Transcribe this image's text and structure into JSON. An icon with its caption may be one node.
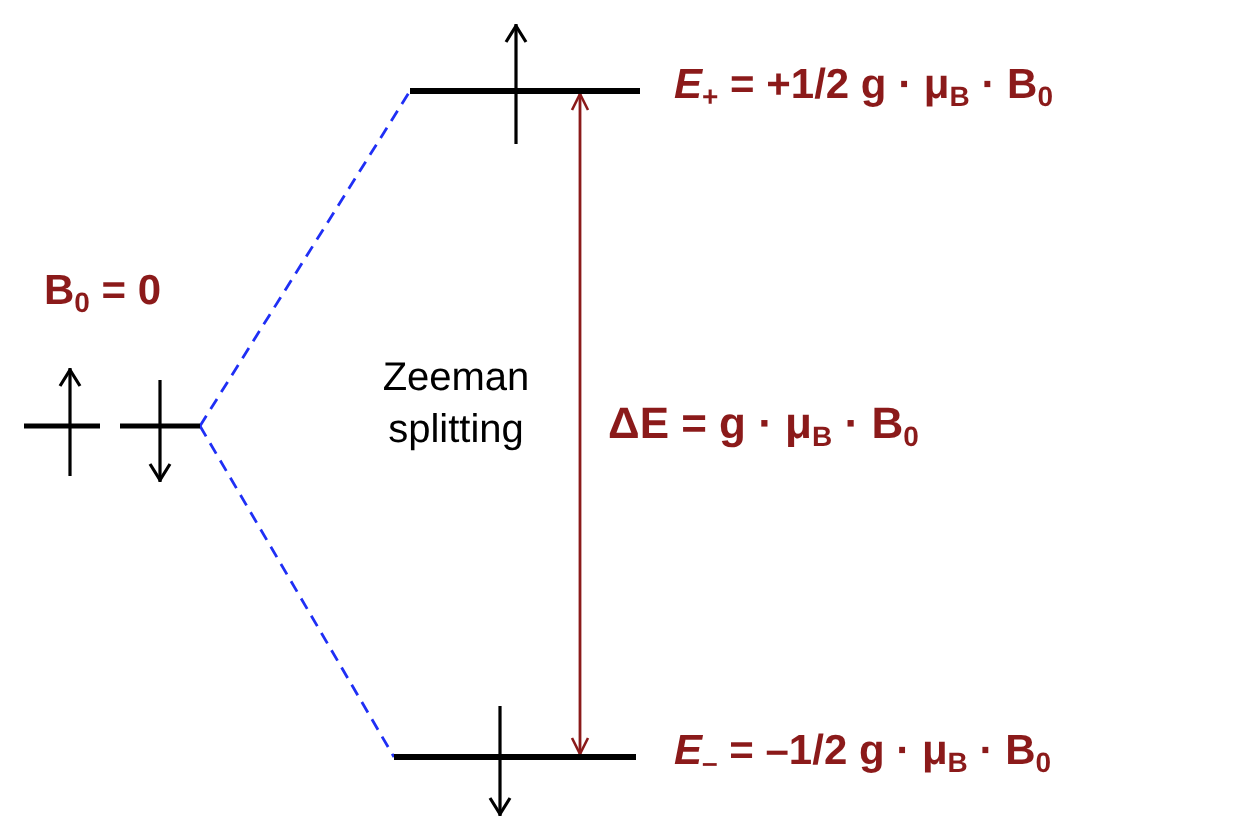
{
  "diagram": {
    "nodes": [
      {
        "text": [],
        "shape": "bar",
        "beside": [
          "B$_{0}$ = 0"
        ]
      },
      {
        "text": [],
        "shape": "bar",
        "beside": [
          "*E*$_{+}$ = +1/2 g · μ$_{B}$ · B$_{0}$"
        ]
      },
      {
        "text": [],
        "shape": "bar",
        "beside": [
          "*E*$_{–}$ = –1/2 g · μ$_{B}$ · B$_{0}$"
        ]
      }
    ],
    "edges": [
      {
        "from": 0,
        "to": 1,
        "arrow": "none",
        "style": "dashed",
        "color": "#1f2ff5"
      },
      {
        "from": 0,
        "to": 2,
        "arrow": "none",
        "style": "dashed",
        "color": "#1f2ff5"
      },
      {
        "from": 1,
        "to": 2,
        "arrow": "both",
        "color": "#8b1a1a",
        "label": "ΔE = g · μ$_{B}$ · B$_{0}$"
      }
    ],
    "labels": [
      "Zeeman splitting"
    ]
  }
}
